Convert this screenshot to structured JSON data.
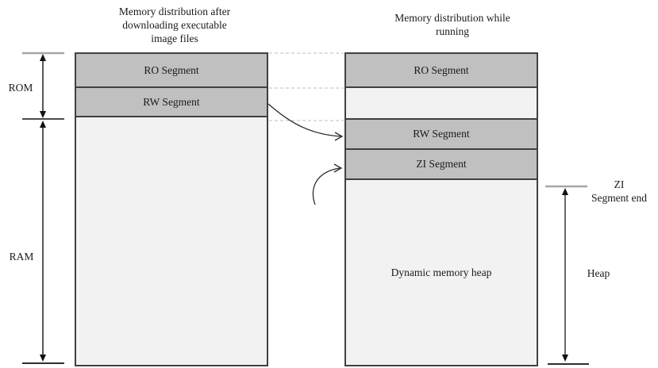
{
  "diagram": {
    "titles": {
      "left": "Memory distribution after\ndownloading executable\nimage files",
      "right": "Memory distribution while\nrunning"
    },
    "left_column": {
      "segments": [
        {
          "label": "RO Segment"
        },
        {
          "label": "RW Segment"
        },
        {
          "label": ""
        }
      ]
    },
    "right_column": {
      "segments": [
        {
          "label": "RO Segment"
        },
        {
          "label": ""
        },
        {
          "label": "RW Segment"
        },
        {
          "label": "ZI Segment"
        },
        {
          "label": "Dynamic memory heap"
        }
      ]
    },
    "measurements": {
      "rom": "ROM",
      "ram": "RAM",
      "heap": "Heap",
      "zi_end": "ZI\nSegment end"
    },
    "colors": {
      "segment_fill": "#c0c0c0",
      "light_fill": "#f2f2f2",
      "border": "#404040",
      "dashed_line": "#c9c9c9",
      "gray_tick": "#a6a6a6",
      "black_tick": "#111111",
      "text": "#1a1a1a"
    }
  }
}
